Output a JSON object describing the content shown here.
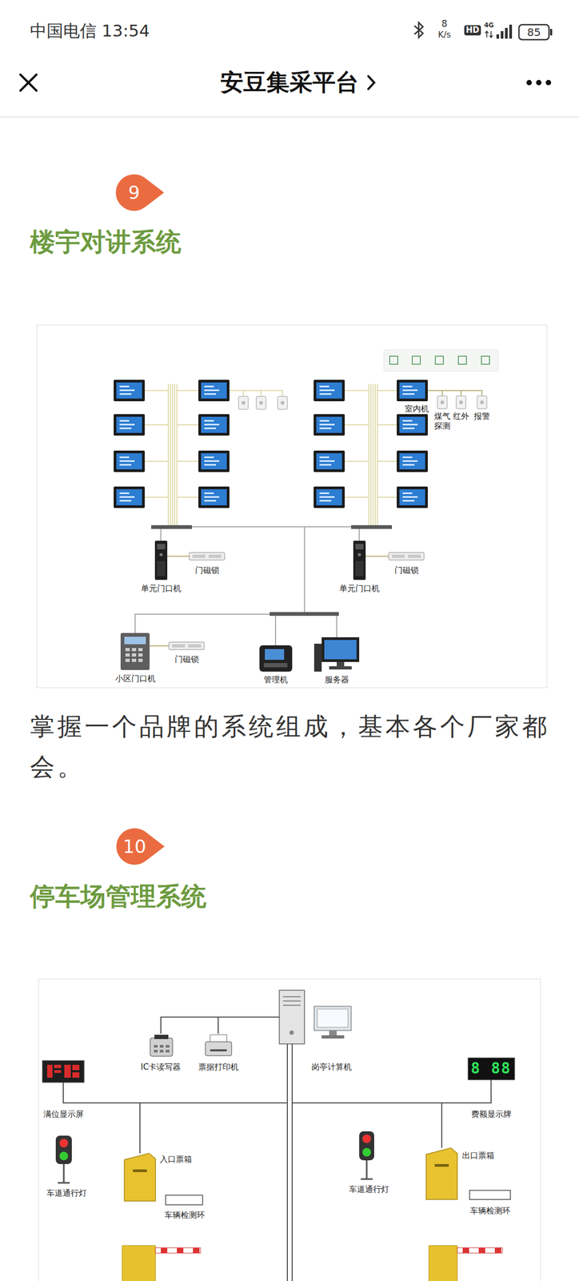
{
  "diagram": {
    "nodes": [
      {
        "text": [
          "室内机"
        ]
      },
      {
        "text": [
          "煤气 探测"
        ]
      },
      {
        "text": [
          "红外"
        ]
      },
      {
        "text": [
          "报警"
        ]
      },
      {
        "text": [
          "单元门口机"
        ]
      },
      {
        "text": [
          "门磁锁"
        ]
      },
      {
        "text": [
          "单元门口机"
        ]
      },
      {
        "text": [
          "门磁锁"
        ]
      },
      {
        "text": [
          "小区门口机"
        ]
      },
      {
        "text": [
          "门磁锁"
        ]
      },
      {
        "text": [
          "管理机"
        ]
      },
      {
        "text": [
          "服务器"
        ]
      },
      {
        "text": [
          "IC卡读写器"
        ]
      },
      {
        "text": [
          "票据打印机"
        ]
      },
      {
        "text": [
          "岗亭计算机"
        ]
      },
      {
        "text": [
          "满位显示屏"
        ]
      },
      {
        "text": [
          "入口票箱"
        ]
      },
      {
        "text": [
          "车道通行灯"
        ]
      },
      {
        "text": [
          "车辆检测环"
        ]
      },
      {
        "text": [
          "费额显示牌"
        ]
      },
      {
        "text": [
          "出口票箱"
        ]
      },
      {
        "text": [
          "车道通行灯"
        ]
      },
      {
        "text": [
          "车辆检测环"
        ]
      }
    ],
    "edges": [
      {
        "from": 0,
        "to": 1,
        "arrow": "none"
      },
      {
        "from": 0,
        "to": 2,
        "arrow": "none"
      },
      {
        "from": 0,
        "to": 3,
        "arrow": "none"
      },
      {
        "from": 4,
        "to": 5,
        "arrow": "none"
      },
      {
        "from": 6,
        "to": 7,
        "arrow": "none"
      },
      {
        "from": 8,
        "to": 9,
        "arrow": "none"
      },
      {
        "from": 12,
        "to": 14,
        "arrow": "none"
      },
      {
        "from": 13,
        "to": 14,
        "arrow": "none"
      },
      {
        "from": 15,
        "to": 16,
        "arrow": "none"
      },
      {
        "from": 16,
        "to": 14,
        "arrow": "none"
      },
      {
        "from": 19,
        "to": 20,
        "arrow": "none"
      },
      {
        "from": 20,
        "to": 14,
        "arrow": "none"
      }
    ],
    "labels": [
      "中国电信 13:54",
      "8",
      "K/s",
      "HD",
      "4G",
      "85",
      "安豆集采平台",
      "9",
      "楼宇对讲系统",
      "掌握一个品牌的系统组成，基本各个厂家都会。",
      "10",
      "停车场管理系统",
      "8 88"
    ]
  }
}
